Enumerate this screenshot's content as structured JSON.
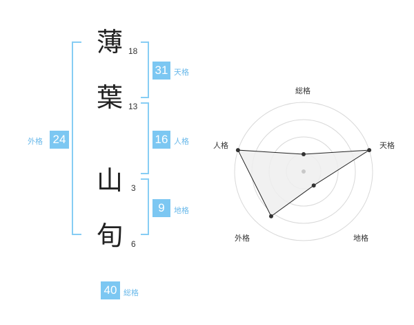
{
  "name": {
    "chars": [
      {
        "char": "薄",
        "strokes": "18"
      },
      {
        "char": "葉",
        "strokes": "13"
      },
      {
        "char": "山",
        "strokes": "3"
      },
      {
        "char": "旬",
        "strokes": "6"
      }
    ]
  },
  "kakusu": {
    "tenkaku": {
      "value": "31",
      "label": "天格"
    },
    "jinkaku": {
      "value": "16",
      "label": "人格"
    },
    "chikaku": {
      "value": "9",
      "label": "地格"
    },
    "gaikaku": {
      "value": "24",
      "label": "外格"
    },
    "soukaku": {
      "value": "40",
      "label": "総格"
    }
  },
  "radar": {
    "axes": [
      "総格",
      "天格",
      "地格",
      "外格",
      "人格"
    ],
    "values": [
      0.25,
      1.0,
      0.25,
      0.8,
      1.0
    ],
    "rings": 4,
    "colors": {
      "fill": "#efefef",
      "line": "#222222",
      "ring": "#d8d8d8",
      "dot": "#333333"
    }
  },
  "colors": {
    "accent": "#7cc7f2",
    "bracket": "#86cdf4"
  }
}
